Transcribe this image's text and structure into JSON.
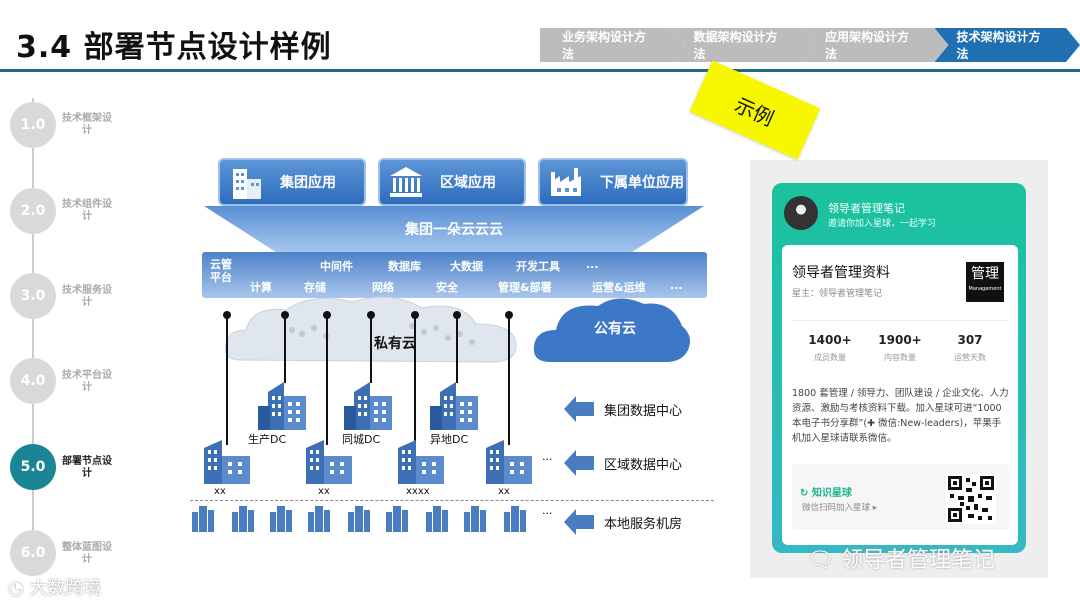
{
  "title": "3.4 部署节点设计样例",
  "steps": [
    "业务架构设计方法",
    "数据架构设计方法",
    "应用架构设计方法",
    "技术架构设计方法"
  ],
  "timeline": [
    {
      "num": "1.0",
      "label": "技术框架设计"
    },
    {
      "num": "2.0",
      "label": "技术组件设计"
    },
    {
      "num": "3.0",
      "label": "技术服务设计"
    },
    {
      "num": "4.0",
      "label": "技术平台设计"
    },
    {
      "num": "5.0",
      "label": "部署节点设计"
    },
    {
      "num": "6.0",
      "label": "整体蓝图设计"
    }
  ],
  "apps": [
    "集团应用",
    "区域应用",
    "下属单位应用"
  ],
  "cloud_name": "集团一朵云云云",
  "platform": {
    "name": "云管平台",
    "row1": [
      "中间件",
      "数据库",
      "大数据",
      "开发工具",
      "..."
    ],
    "row2": [
      "计算",
      "存储",
      "网络",
      "安全",
      "管理&部署",
      "运营&运维",
      "..."
    ]
  },
  "private_cloud": "私有云",
  "public_cloud": "公有云",
  "dc_labels": [
    "生产DC",
    "同城DC",
    "异地DC"
  ],
  "regional_labels": [
    "xx",
    "xx",
    "xxxx",
    "xx"
  ],
  "ellipsis": "...",
  "tiers": [
    "集团数据中心",
    "区域数据中心",
    "本地服务机房"
  ],
  "sample_tag": "示例",
  "card": {
    "account": "领导者管理笔记",
    "invite": "邀请你加入星球，一起学习",
    "name": "领导者管理资料",
    "owner": "星主：领导者管理笔记",
    "logo_main": "管理",
    "logo_sub": "Management",
    "stats": [
      {
        "value": "1400+",
        "label": "成员数量"
      },
      {
        "value": "1900+",
        "label": "内容数量"
      },
      {
        "value": "307",
        "label": "运营天数"
      }
    ],
    "desc": "1800 套管理 / 领导力、团队建设 / 企业文化、人力资源、激励与考核资料下载。加入星球可进“1000 本电子书分享群”(✚ 微信:New-leaders)，苹果手机加入星球请联系微信。",
    "planet": "知识星球",
    "scan": "微信扫码加入星球 ▸"
  },
  "watermark_right": "领导者管理笔记",
  "watermark_left": "大数跨境"
}
